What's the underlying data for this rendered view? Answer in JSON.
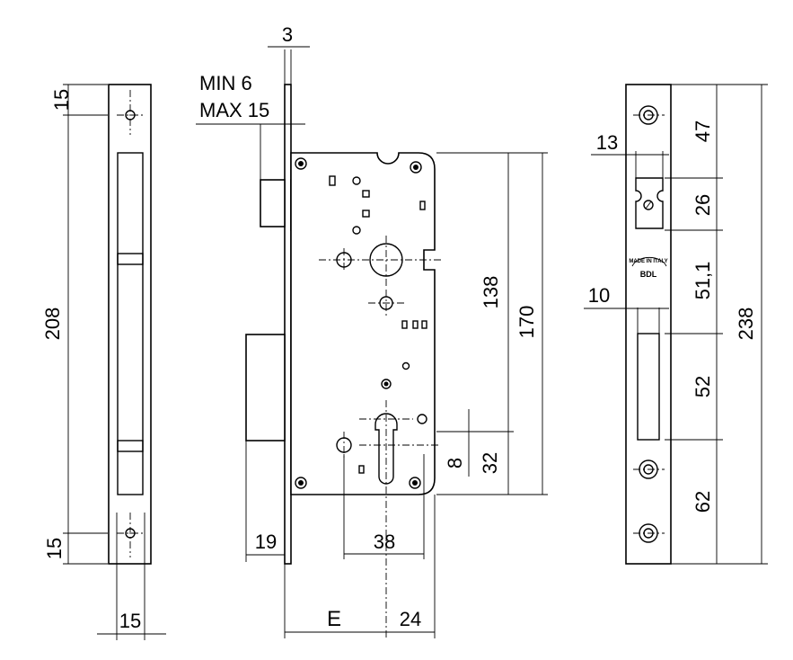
{
  "colors": {
    "line": "#000000",
    "background": "#ffffff"
  },
  "dimensions": {
    "left": {
      "top_hole": "15",
      "length": "208",
      "bottom_hole": "15",
      "width": "15"
    },
    "center": {
      "thickness": "3",
      "tongue_min": "MIN  6",
      "tongue_max": "MAX 15",
      "distance_cyl_handle": "138",
      "body_height": "170",
      "cyl_offset": "8",
      "cyl_to_bottom": "32",
      "bolt_depth": "19",
      "hole_spacing": "38",
      "backset": "E",
      "edge_to_cyl": "24"
    },
    "right": {
      "top": "47",
      "latch_window": "26",
      "middle": "51,1",
      "bolt_window": "52",
      "bottom": "62",
      "total": "238",
      "latch_depth": "13",
      "bolt_offset": "10"
    }
  },
  "branding": {
    "stamp_text": "MADE IN ITALY",
    "logo": "BDL"
  },
  "icons": [
    "screw-icon",
    "lock-body",
    "strike-plate"
  ]
}
